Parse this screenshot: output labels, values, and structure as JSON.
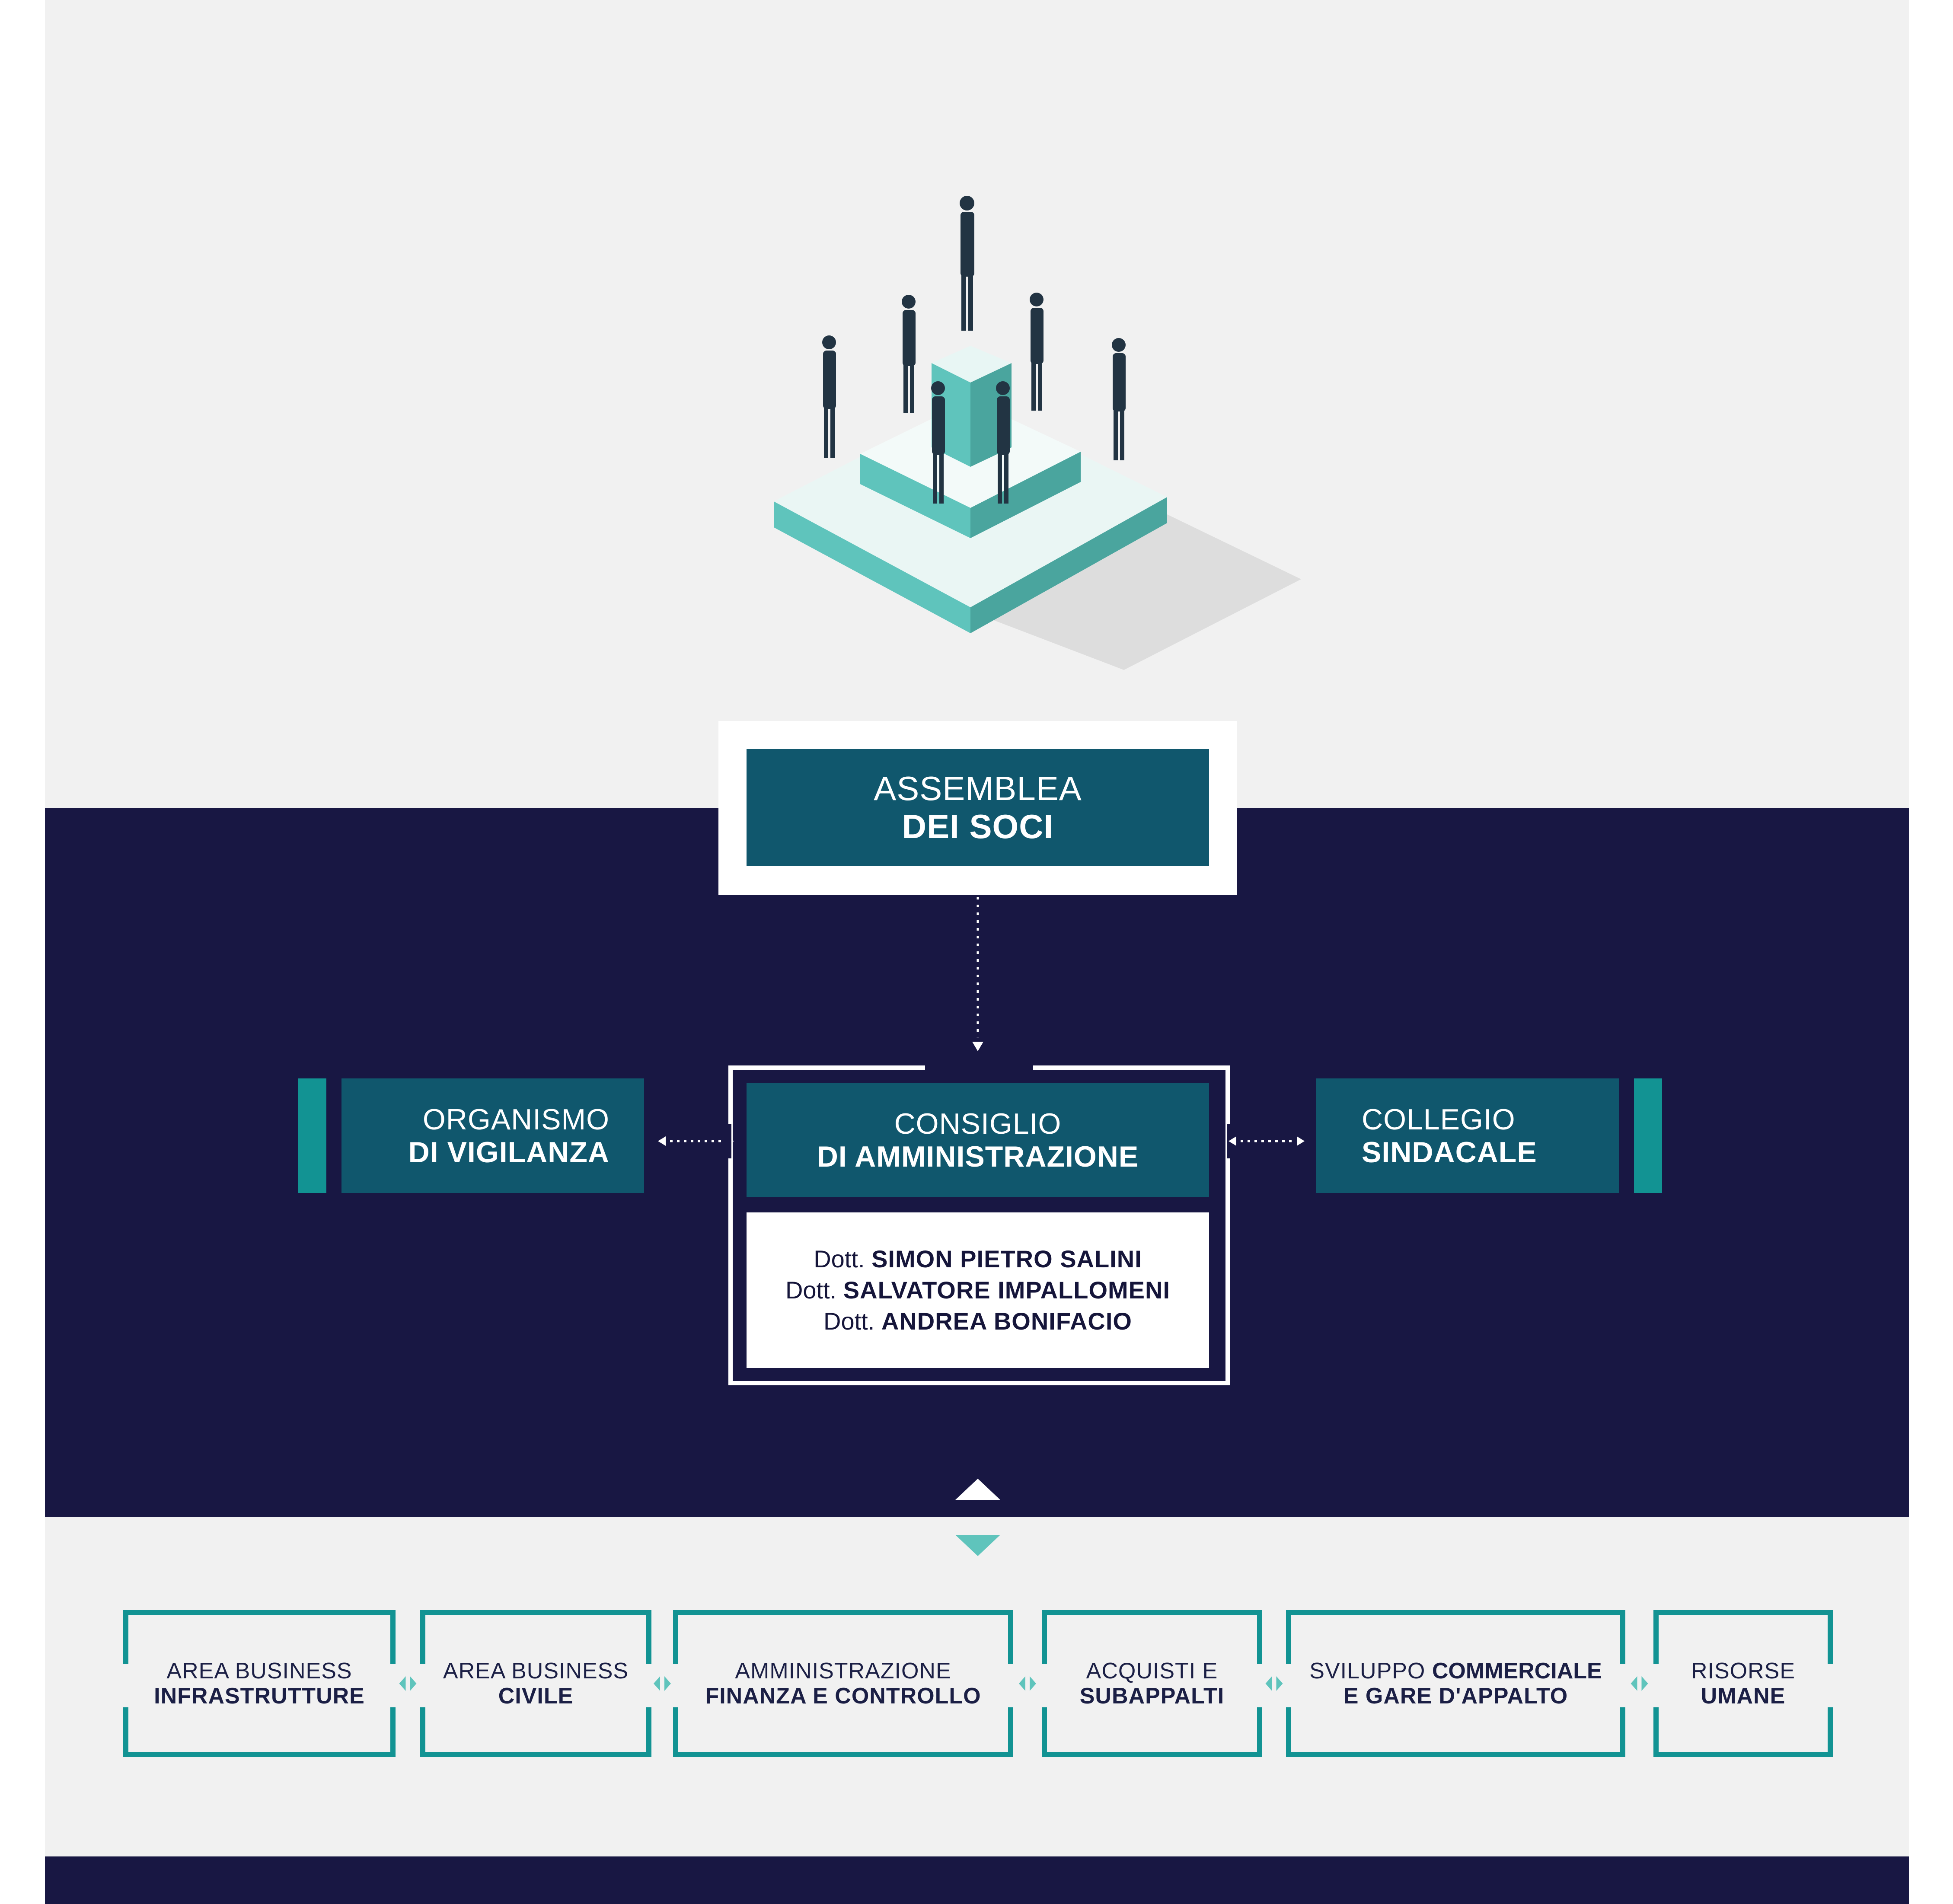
{
  "colors": {
    "background_light": "#f1f1f1",
    "navy": "#181743",
    "teal_box": "#10576d",
    "teal_accent": "#129393",
    "teal_light": "#5fc4bc",
    "white": "#ffffff"
  },
  "assembly": {
    "line1": "ASSEMBLEA",
    "line2": "DEI SOCI"
  },
  "left_body": {
    "line1": "ORGANISMO",
    "line2": "DI VIGILANZA"
  },
  "board": {
    "line1": "CONSIGLIO",
    "line2": "DI AMMINISTRAZIONE",
    "members": [
      {
        "prefix": "Dott.",
        "name": "SIMON PIETRO SALINI"
      },
      {
        "prefix": "Dott.",
        "name": "SALVATORE IMPALLOMENI"
      },
      {
        "prefix": "Dott.",
        "name": "ANDREA BONIFACIO"
      }
    ]
  },
  "right_body": {
    "line1": "COLLEGIO",
    "line2": "SINDACALE"
  },
  "areas": [
    {
      "line1": "AREA BUSINESS",
      "line2": "INFRASTRUTTURE"
    },
    {
      "line1": "AREA BUSINESS",
      "line2": "CIVILE"
    },
    {
      "line1": "AMMINISTRAZIONE",
      "line2": "FINANZA E CONTROLLO"
    },
    {
      "line1": "ACQUISTI E",
      "line2": "SUBAPPALTI"
    },
    {
      "line1_prefix": "SVILUPPO ",
      "line1_bold": "COMMERCIALE",
      "line2": "E GARE D'APPALTO"
    },
    {
      "line1": "RISORSE",
      "line2": "UMANE"
    }
  ],
  "icons": {
    "illustration": "people-on-podium-illustration",
    "connector_down": "dotted-arrow-down-icon",
    "connector_left": "dotted-double-arrow-icon",
    "up": "triangle-up-icon",
    "down": "triangle-down-icon",
    "area_link": "double-chevron-icon"
  }
}
